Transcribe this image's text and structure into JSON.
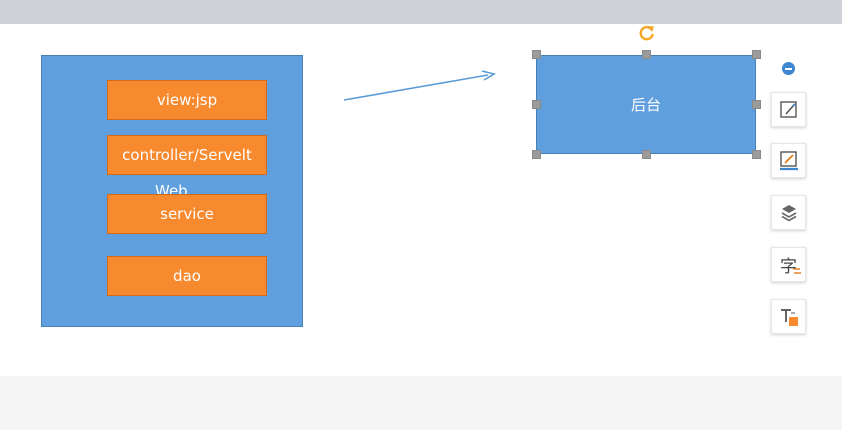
{
  "web_container": {
    "label": "Web",
    "layers": [
      "view:jsp",
      "controller/Servelt",
      "service",
      "dao"
    ]
  },
  "backend_box": {
    "label": "后台"
  },
  "toolbar": {
    "text_tool_glyph": "字",
    "tools": [
      "edit-style",
      "line-color",
      "layers",
      "text-style",
      "text-box"
    ]
  },
  "colors": {
    "container_blue": "#5f9fdd",
    "layer_orange": "#f7892f",
    "connector_blue": "#5a9bd5",
    "handle_gray": "#9b9b9b",
    "rotate_orange": "#f5a623"
  }
}
